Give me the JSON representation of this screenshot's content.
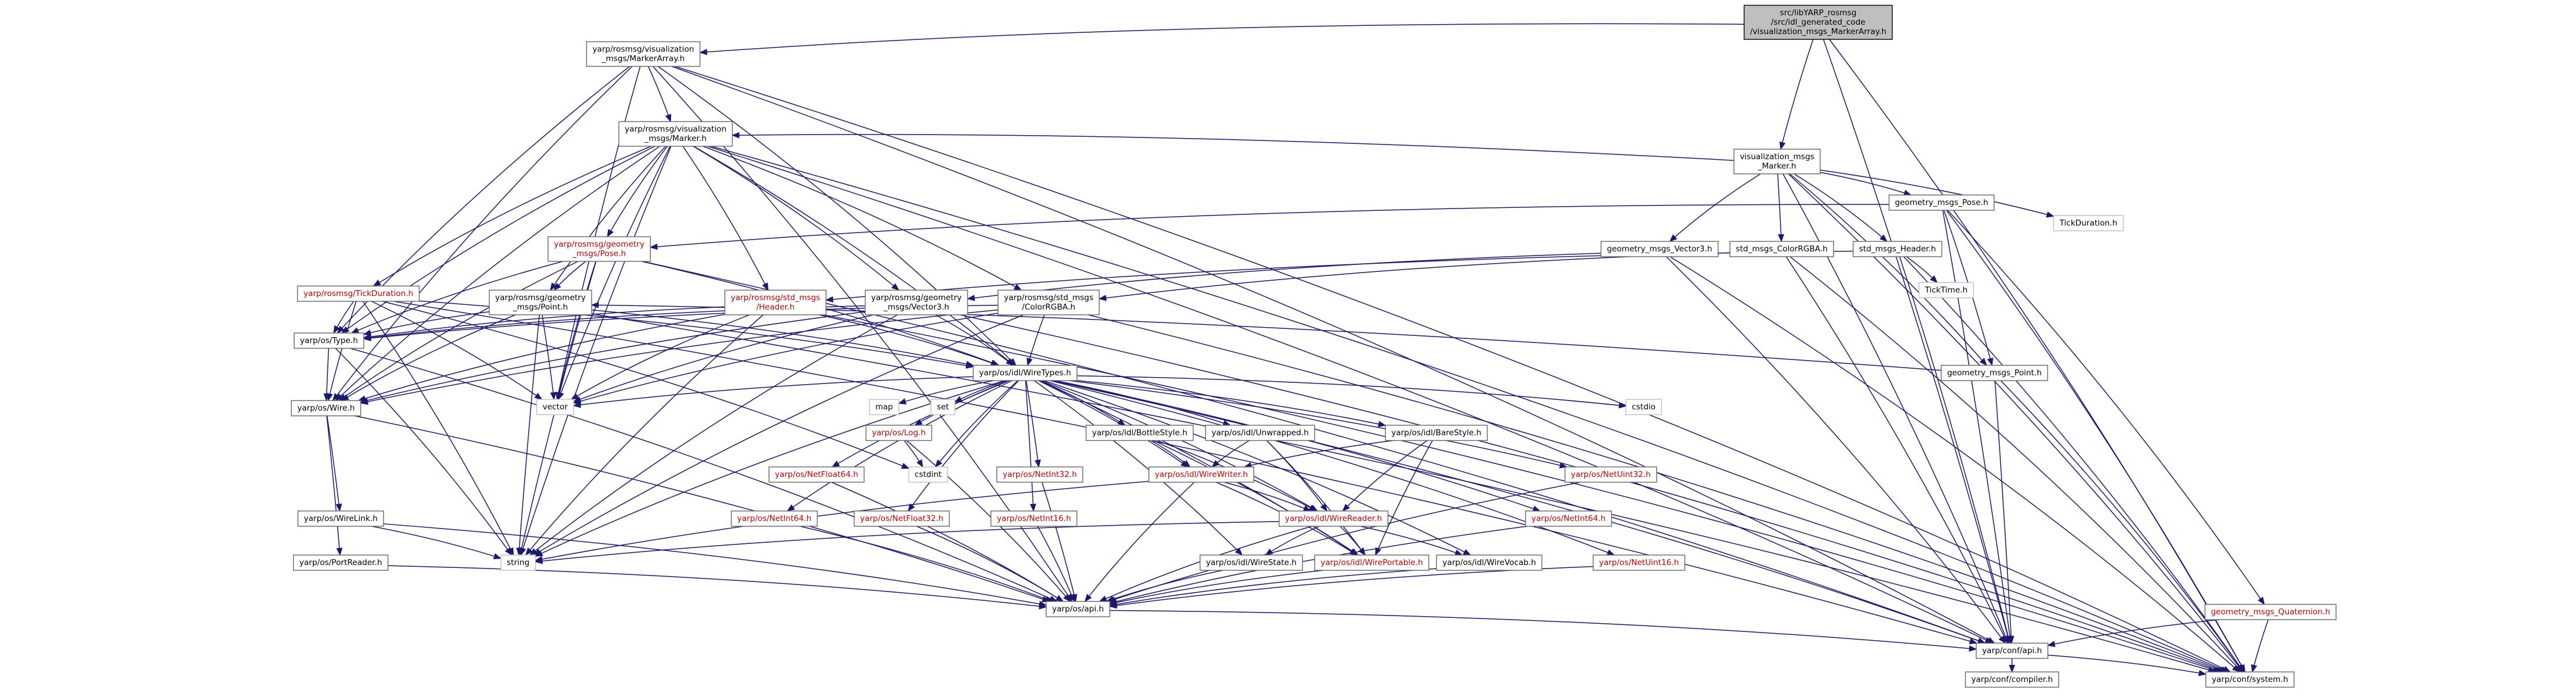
{
  "nodes": [
    {
      "id": "root",
      "kind": "root",
      "lines": [
        "src/libYARP_rosmsg",
        "/src/idl_generated_code",
        "/visualization_msgs_MarkerArray.h"
      ]
    },
    {
      "id": "markerarray",
      "kind": "normal",
      "lines": [
        "yarp/rosmsg/visualization",
        "_msgs/MarkerArray.h"
      ]
    },
    {
      "id": "vm_marker_h",
      "kind": "normal",
      "lines": [
        "visualization_msgs",
        "_Marker.h"
      ]
    },
    {
      "id": "marker",
      "kind": "normal",
      "lines": [
        "yarp/rosmsg/visualization",
        "_msgs/Marker.h"
      ]
    },
    {
      "id": "gm_pose_h",
      "kind": "normal",
      "lines": [
        "geometry_msgs_Pose.h"
      ]
    },
    {
      "id": "tickduration_h",
      "kind": "nolink",
      "lines": [
        "TickDuration.h"
      ]
    },
    {
      "id": "gm_vector3_h",
      "kind": "normal",
      "lines": [
        "geometry_msgs_Vector3.h"
      ]
    },
    {
      "id": "std_colorrgba_h",
      "kind": "normal",
      "lines": [
        "std_msgs_ColorRGBA.h"
      ]
    },
    {
      "id": "std_header_h",
      "kind": "normal",
      "lines": [
        "std_msgs_Header.h"
      ]
    },
    {
      "id": "ticktime_h",
      "kind": "nolink",
      "lines": [
        "TickTime.h"
      ]
    },
    {
      "id": "pose",
      "kind": "red",
      "lines": [
        "yarp/rosmsg/geometry",
        "_msgs/Pose.h"
      ]
    },
    {
      "id": "tickduration",
      "kind": "red",
      "lines": [
        "yarp/rosmsg/TickDuration.h"
      ]
    },
    {
      "id": "point",
      "kind": "normal",
      "lines": [
        "yarp/rosmsg/geometry",
        "_msgs/Point.h"
      ]
    },
    {
      "id": "std_header",
      "kind": "red",
      "lines": [
        "yarp/rosmsg/std_msgs",
        "/Header.h"
      ]
    },
    {
      "id": "vector3",
      "kind": "normal",
      "lines": [
        "yarp/rosmsg/geometry",
        "_msgs/Vector3.h"
      ]
    },
    {
      "id": "colorrgba",
      "kind": "normal",
      "lines": [
        "yarp/rosmsg/std_msgs",
        "/ColorRGBA.h"
      ]
    },
    {
      "id": "gm_point_h",
      "kind": "normal",
      "lines": [
        "geometry_msgs_Point.h"
      ]
    },
    {
      "id": "type",
      "kind": "normal",
      "lines": [
        "yarp/os/Type.h"
      ]
    },
    {
      "id": "wiretypes",
      "kind": "normal",
      "lines": [
        "yarp/os/idl/WireTypes.h"
      ]
    },
    {
      "id": "wire",
      "kind": "normal",
      "lines": [
        "yarp/os/Wire.h"
      ]
    },
    {
      "id": "vector",
      "kind": "nolink",
      "lines": [
        "vector"
      ]
    },
    {
      "id": "map",
      "kind": "nolink",
      "lines": [
        "map"
      ]
    },
    {
      "id": "set",
      "kind": "nolink",
      "lines": [
        "set"
      ]
    },
    {
      "id": "cstdio",
      "kind": "nolink",
      "lines": [
        "cstdio"
      ]
    },
    {
      "id": "log",
      "kind": "red",
      "lines": [
        "yarp/os/Log.h"
      ]
    },
    {
      "id": "cstdint",
      "kind": "nolink",
      "lines": [
        "cstdint"
      ]
    },
    {
      "id": "bottlestyle",
      "kind": "normal",
      "lines": [
        "yarp/os/idl/BottleStyle.h"
      ]
    },
    {
      "id": "unwrapped",
      "kind": "normal",
      "lines": [
        "yarp/os/idl/Unwrapped.h"
      ]
    },
    {
      "id": "barestyle",
      "kind": "normal",
      "lines": [
        "yarp/os/idl/BareStyle.h"
      ]
    },
    {
      "id": "netfloat64",
      "kind": "red",
      "lines": [
        "yarp/os/NetFloat64.h"
      ]
    },
    {
      "id": "netint32",
      "kind": "red",
      "lines": [
        "yarp/os/NetInt32.h"
      ]
    },
    {
      "id": "netuint32",
      "kind": "red",
      "lines": [
        "yarp/os/NetUint32.h"
      ]
    },
    {
      "id": "wirewriter",
      "kind": "red",
      "lines": [
        "yarp/os/idl/WireWriter.h"
      ]
    },
    {
      "id": "wirelink",
      "kind": "normal",
      "lines": [
        "yarp/os/WireLink.h"
      ]
    },
    {
      "id": "netint64",
      "kind": "red",
      "lines": [
        "yarp/os/NetInt64.h"
      ]
    },
    {
      "id": "netfloat32",
      "kind": "red",
      "lines": [
        "yarp/os/NetFloat32.h"
      ]
    },
    {
      "id": "netint16",
      "kind": "red",
      "lines": [
        "yarp/os/NetInt16.h"
      ]
    },
    {
      "id": "wirereader",
      "kind": "red",
      "lines": [
        "yarp/os/idl/WireReader.h"
      ]
    },
    {
      "id": "netint64b",
      "kind": "red",
      "lines": [
        "yarp/os/NetInt64.h"
      ]
    },
    {
      "id": "netuint16",
      "kind": "red",
      "lines": [
        "yarp/os/NetUint16.h"
      ]
    },
    {
      "id": "portreader",
      "kind": "normal",
      "lines": [
        "yarp/os/PortReader.h"
      ]
    },
    {
      "id": "string",
      "kind": "nolink",
      "lines": [
        "string"
      ]
    },
    {
      "id": "wirestate",
      "kind": "normal",
      "lines": [
        "yarp/os/idl/WireState.h"
      ]
    },
    {
      "id": "wireportable",
      "kind": "red",
      "lines": [
        "yarp/os/idl/WirePortable.h"
      ]
    },
    {
      "id": "wirevocab",
      "kind": "normal",
      "lines": [
        "yarp/os/idl/WireVocab.h"
      ]
    },
    {
      "id": "gm_quaternion_h",
      "kind": "red",
      "lines": [
        "geometry_msgs_Quaternion.h"
      ]
    },
    {
      "id": "api",
      "kind": "normal",
      "lines": [
        "yarp/os/api.h"
      ]
    },
    {
      "id": "conf_api",
      "kind": "normal",
      "lines": [
        "yarp/conf/api.h"
      ]
    },
    {
      "id": "compiler",
      "kind": "normal",
      "lines": [
        "yarp/conf/compiler.h"
      ]
    },
    {
      "id": "system",
      "kind": "normal",
      "lines": [
        "yarp/conf/system.h"
      ]
    }
  ],
  "edges": [
    [
      "root",
      "markerarray"
    ],
    [
      "root",
      "vm_marker_h"
    ],
    [
      "root",
      "conf_api"
    ],
    [
      "root",
      "system"
    ],
    [
      "markerarray",
      "marker"
    ],
    [
      "markerarray",
      "wiretypes"
    ],
    [
      "markerarray",
      "type"
    ],
    [
      "markerarray",
      "wire"
    ],
    [
      "markerarray",
      "vector"
    ],
    [
      "markerarray",
      "conf_api"
    ],
    [
      "markerarray",
      "system"
    ],
    [
      "markerarray",
      "api"
    ],
    [
      "vm_marker_h",
      "marker"
    ],
    [
      "vm_marker_h",
      "gm_pose_h"
    ],
    [
      "vm_marker_h",
      "gm_vector3_h"
    ],
    [
      "vm_marker_h",
      "std_colorrgba_h"
    ],
    [
      "vm_marker_h",
      "std_header_h"
    ],
    [
      "vm_marker_h",
      "tickduration_h"
    ],
    [
      "vm_marker_h",
      "gm_point_h"
    ],
    [
      "vm_marker_h",
      "conf_api"
    ],
    [
      "vm_marker_h",
      "system"
    ],
    [
      "marker",
      "pose"
    ],
    [
      "marker",
      "point"
    ],
    [
      "marker",
      "tickduration"
    ],
    [
      "marker",
      "std_header"
    ],
    [
      "marker",
      "vector3"
    ],
    [
      "marker",
      "colorrgba"
    ],
    [
      "marker",
      "wiretypes"
    ],
    [
      "marker",
      "type"
    ],
    [
      "marker",
      "wire"
    ],
    [
      "marker",
      "vector"
    ],
    [
      "marker",
      "string"
    ],
    [
      "marker",
      "conf_api"
    ],
    [
      "marker",
      "system"
    ],
    [
      "gm_pose_h",
      "pose"
    ],
    [
      "gm_pose_h",
      "gm_point_h"
    ],
    [
      "gm_pose_h",
      "gm_quaternion_h"
    ],
    [
      "gm_pose_h",
      "conf_api"
    ],
    [
      "gm_pose_h",
      "system"
    ],
    [
      "gm_vector3_h",
      "vector3"
    ],
    [
      "gm_vector3_h",
      "conf_api"
    ],
    [
      "gm_vector3_h",
      "system"
    ],
    [
      "std_colorrgba_h",
      "colorrgba"
    ],
    [
      "std_colorrgba_h",
      "conf_api"
    ],
    [
      "std_colorrgba_h",
      "system"
    ],
    [
      "std_header_h",
      "std_header"
    ],
    [
      "std_header_h",
      "ticktime_h"
    ],
    [
      "std_header_h",
      "conf_api"
    ],
    [
      "std_header_h",
      "system"
    ],
    [
      "pose",
      "point"
    ],
    [
      "pose",
      "wiretypes"
    ],
    [
      "pose",
      "type"
    ],
    [
      "pose",
      "wire"
    ],
    [
      "pose",
      "vector"
    ],
    [
      "pose",
      "string"
    ],
    [
      "pose",
      "conf_api"
    ],
    [
      "tickduration",
      "wiretypes"
    ],
    [
      "tickduration",
      "type"
    ],
    [
      "tickduration",
      "wire"
    ],
    [
      "tickduration",
      "vector"
    ],
    [
      "tickduration",
      "string"
    ],
    [
      "tickduration",
      "cstdint"
    ],
    [
      "tickduration",
      "conf_api"
    ],
    [
      "point",
      "wiretypes"
    ],
    [
      "point",
      "type"
    ],
    [
      "point",
      "wire"
    ],
    [
      "point",
      "vector"
    ],
    [
      "point",
      "string"
    ],
    [
      "point",
      "system"
    ],
    [
      "std_header",
      "wiretypes"
    ],
    [
      "std_header",
      "type"
    ],
    [
      "std_header",
      "wire"
    ],
    [
      "std_header",
      "vector"
    ],
    [
      "std_header",
      "string"
    ],
    [
      "std_header",
      "system"
    ],
    [
      "vector3",
      "wiretypes"
    ],
    [
      "vector3",
      "type"
    ],
    [
      "vector3",
      "wire"
    ],
    [
      "vector3",
      "vector"
    ],
    [
      "vector3",
      "string"
    ],
    [
      "vector3",
      "system"
    ],
    [
      "colorrgba",
      "wiretypes"
    ],
    [
      "colorrgba",
      "type"
    ],
    [
      "colorrgba",
      "wire"
    ],
    [
      "colorrgba",
      "vector"
    ],
    [
      "colorrgba",
      "string"
    ],
    [
      "colorrgba",
      "system"
    ],
    [
      "gm_point_h",
      "point"
    ],
    [
      "gm_point_h",
      "conf_api"
    ],
    [
      "gm_point_h",
      "system"
    ],
    [
      "type",
      "api"
    ],
    [
      "type",
      "string"
    ],
    [
      "type",
      "wire"
    ],
    [
      "wiretypes",
      "string"
    ],
    [
      "wiretypes",
      "vector"
    ],
    [
      "wiretypes",
      "map"
    ],
    [
      "wiretypes",
      "set"
    ],
    [
      "wiretypes",
      "cstdio"
    ],
    [
      "wiretypes",
      "cstdint"
    ],
    [
      "wiretypes",
      "log"
    ],
    [
      "wiretypes",
      "netint32"
    ],
    [
      "wiretypes",
      "netint16"
    ],
    [
      "wiretypes",
      "netint64"
    ],
    [
      "wiretypes",
      "netfloat32"
    ],
    [
      "wiretypes",
      "netfloat64"
    ],
    [
      "wiretypes",
      "netuint32"
    ],
    [
      "wiretypes",
      "netint64b"
    ],
    [
      "wiretypes",
      "netuint16"
    ],
    [
      "wiretypes",
      "wirestate"
    ],
    [
      "wiretypes",
      "wireportable"
    ],
    [
      "wiretypes",
      "wirevocab"
    ],
    [
      "wiretypes",
      "bottlestyle"
    ],
    [
      "wiretypes",
      "unwrapped"
    ],
    [
      "wiretypes",
      "barestyle"
    ],
    [
      "wiretypes",
      "wirewriter"
    ],
    [
      "wiretypes",
      "wirereader"
    ],
    [
      "wiretypes",
      "conf_api"
    ],
    [
      "wire",
      "wirelink"
    ],
    [
      "wire",
      "portreader"
    ],
    [
      "wire",
      "api"
    ],
    [
      "log",
      "api"
    ],
    [
      "log",
      "cstdint"
    ],
    [
      "bottlestyle",
      "wirewriter"
    ],
    [
      "bottlestyle",
      "wirereader"
    ],
    [
      "bottlestyle",
      "wireportable"
    ],
    [
      "unwrapped",
      "wirewriter"
    ],
    [
      "unwrapped",
      "wirereader"
    ],
    [
      "unwrapped",
      "wireportable"
    ],
    [
      "barestyle",
      "wirewriter"
    ],
    [
      "barestyle",
      "wirereader"
    ],
    [
      "barestyle",
      "wireportable"
    ],
    [
      "netfloat64",
      "api"
    ],
    [
      "netint32",
      "api"
    ],
    [
      "netuint32",
      "api"
    ],
    [
      "wirewriter",
      "wirereader"
    ],
    [
      "wirewriter",
      "string"
    ],
    [
      "wirewriter",
      "wireportable"
    ],
    [
      "wirewriter",
      "api"
    ],
    [
      "wirelink",
      "string"
    ],
    [
      "wirelink",
      "api"
    ],
    [
      "netint64",
      "api"
    ],
    [
      "netfloat32",
      "api"
    ],
    [
      "netint16",
      "api"
    ],
    [
      "wirereader",
      "wirestate"
    ],
    [
      "wirereader",
      "wireportable"
    ],
    [
      "wirereader",
      "wirevocab"
    ],
    [
      "wirereader",
      "string"
    ],
    [
      "wirereader",
      "api"
    ],
    [
      "netint64b",
      "api"
    ],
    [
      "netuint16",
      "api"
    ],
    [
      "portreader",
      "api"
    ],
    [
      "wirestate",
      "api"
    ],
    [
      "wireportable",
      "api"
    ],
    [
      "wirevocab",
      "api"
    ],
    [
      "gm_quaternion_h",
      "conf_api"
    ],
    [
      "gm_quaternion_h",
      "system"
    ],
    [
      "api",
      "conf_api"
    ],
    [
      "conf_api",
      "compiler"
    ],
    [
      "conf_api",
      "system"
    ]
  ]
}
